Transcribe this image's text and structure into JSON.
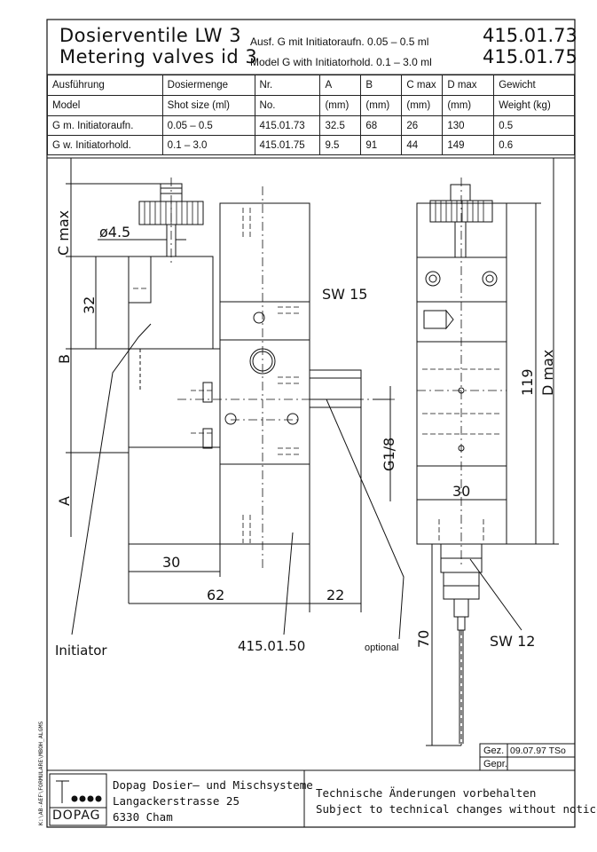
{
  "title": {
    "de_main": "Dosierventile LW 3",
    "en_main": "Metering valves id 3",
    "de_sub": "Ausf. G mit Initiatoraufn. 0.05 – 0.5 ml",
    "en_sub": "Model G with Initiatorhold. 0.1 – 3.0 ml",
    "part_1": "415.01.73",
    "part_2": "415.01.75"
  },
  "table": {
    "header_de": [
      "Ausführung",
      "Dosiermenge",
      "Nr.",
      "A",
      "B",
      "C max",
      "D max",
      "Gewicht"
    ],
    "header_en": [
      "Model",
      "Shot size (ml)",
      "No.",
      "(mm)",
      "(mm)",
      "(mm)",
      "(mm)",
      "Weight (kg)"
    ],
    "rows": [
      [
        "G m. Initiatoraufn.",
        "0.05 – 0.5",
        "415.01.73",
        "32.5",
        "68",
        "26",
        "130",
        "0.5"
      ],
      [
        "G w. Initiatorhold.",
        "0.1 – 3.0",
        "415.01.75",
        "9.5",
        "91",
        "44",
        "149",
        "0.6"
      ]
    ]
  },
  "drawing": {
    "dim_c": "C max",
    "dim_dia": "ø4.5",
    "dim_32": "32",
    "dim_b": "B",
    "dim_a": "A",
    "dim_30_left": "30",
    "dim_62": "62",
    "dim_22": "22",
    "dim_sw15": "SW 15",
    "dim_g18": "G1/8",
    "dim_119": "119",
    "dim_d": "D max",
    "dim_30_right": "30",
    "dim_70": "70",
    "dim_sw12": "SW 12",
    "label_initiator": "Initiator",
    "label_part": "415.01.50",
    "label_optional": "optional"
  },
  "approval": {
    "gez_label": "Gez.",
    "gez_value": "09.07.97 TSo",
    "gepr_label": "Gepr."
  },
  "footer": {
    "company": "Dopag Dosier– und Mischsysteme",
    "street": "Langackerstrasse 25",
    "city": "6330 Cham",
    "logo_text": "DOPAG",
    "note_de": "Technische Änderungen vorbehalten",
    "note_en": "Subject to technical changes without notice",
    "side_path": "K:\\AB-AEF\\FORMULARE\\MBOH_ALGMS"
  }
}
